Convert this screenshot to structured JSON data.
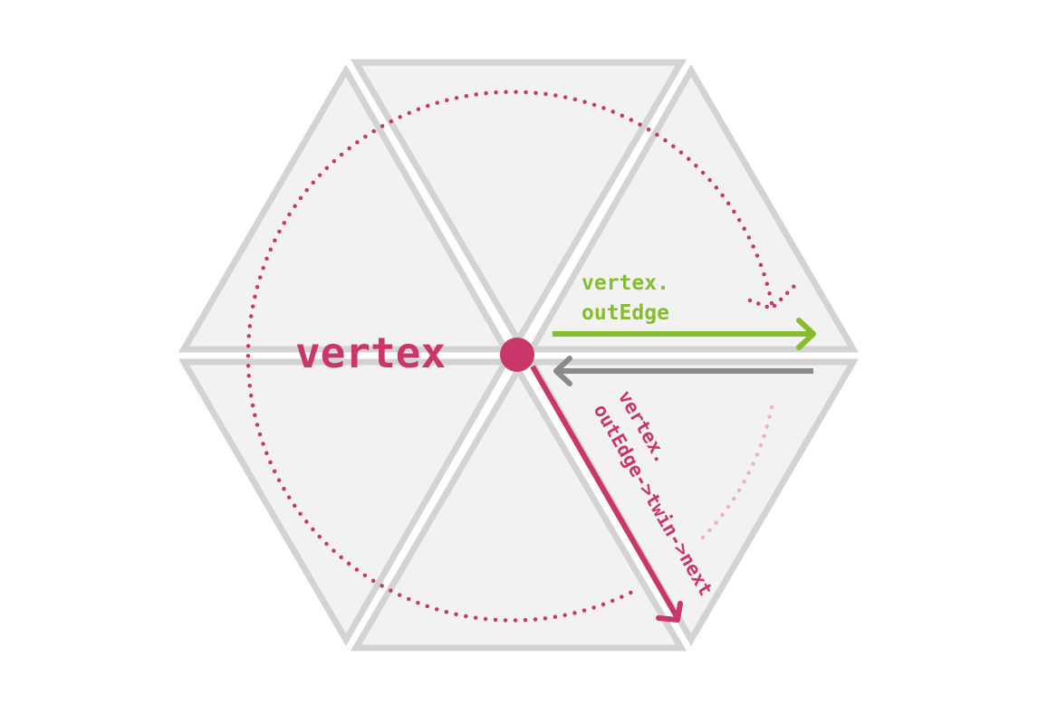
{
  "labels": {
    "vertex": "vertex",
    "out_edge_line1": "vertex.",
    "out_edge_line2": "outEdge",
    "next_edge_line1": "vertex.",
    "next_edge_line2": "outEdge->twin->next"
  },
  "colors": {
    "crimson": "#c8366a",
    "green": "#86bc2e",
    "gray_arrow": "#8a8a8a",
    "face_fill": "#f2f2f2",
    "face_stroke": "#d3d3d3",
    "background": "#ffffff"
  }
}
